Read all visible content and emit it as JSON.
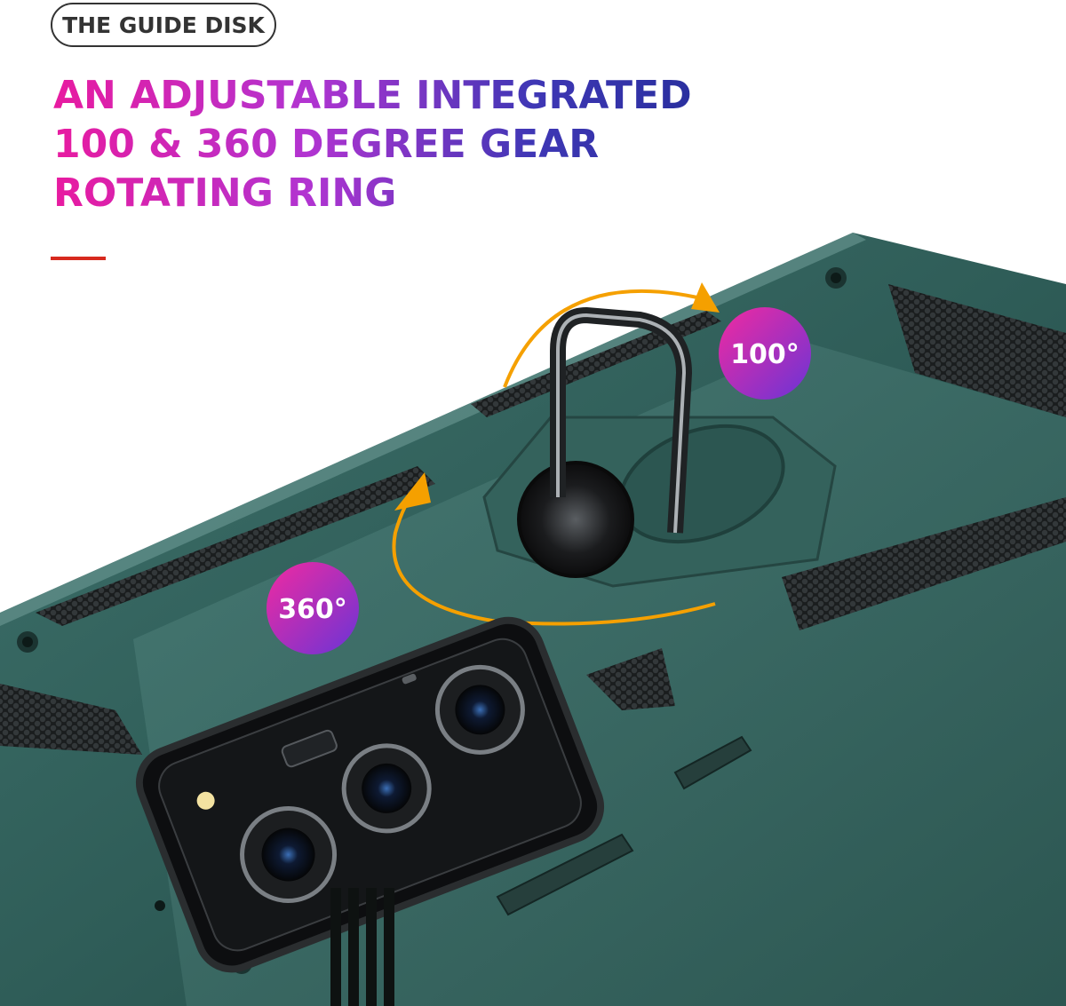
{
  "pill": {
    "label": "THE GUIDE DISK"
  },
  "headline": {
    "lines": [
      "AN ADJUSTABLE INTEGRATED",
      "100 & 360 DEGREE GEAR",
      "ROTATING RING"
    ]
  },
  "badges": {
    "small_angle": "100°",
    "full_angle": "360°"
  },
  "colors": {
    "case_green": "#2f5d58",
    "accent_orange": "#f5a000",
    "headline_pink": "#e81ba0",
    "headline_blue": "#2a2f9f",
    "divider_red": "#d7291e"
  }
}
